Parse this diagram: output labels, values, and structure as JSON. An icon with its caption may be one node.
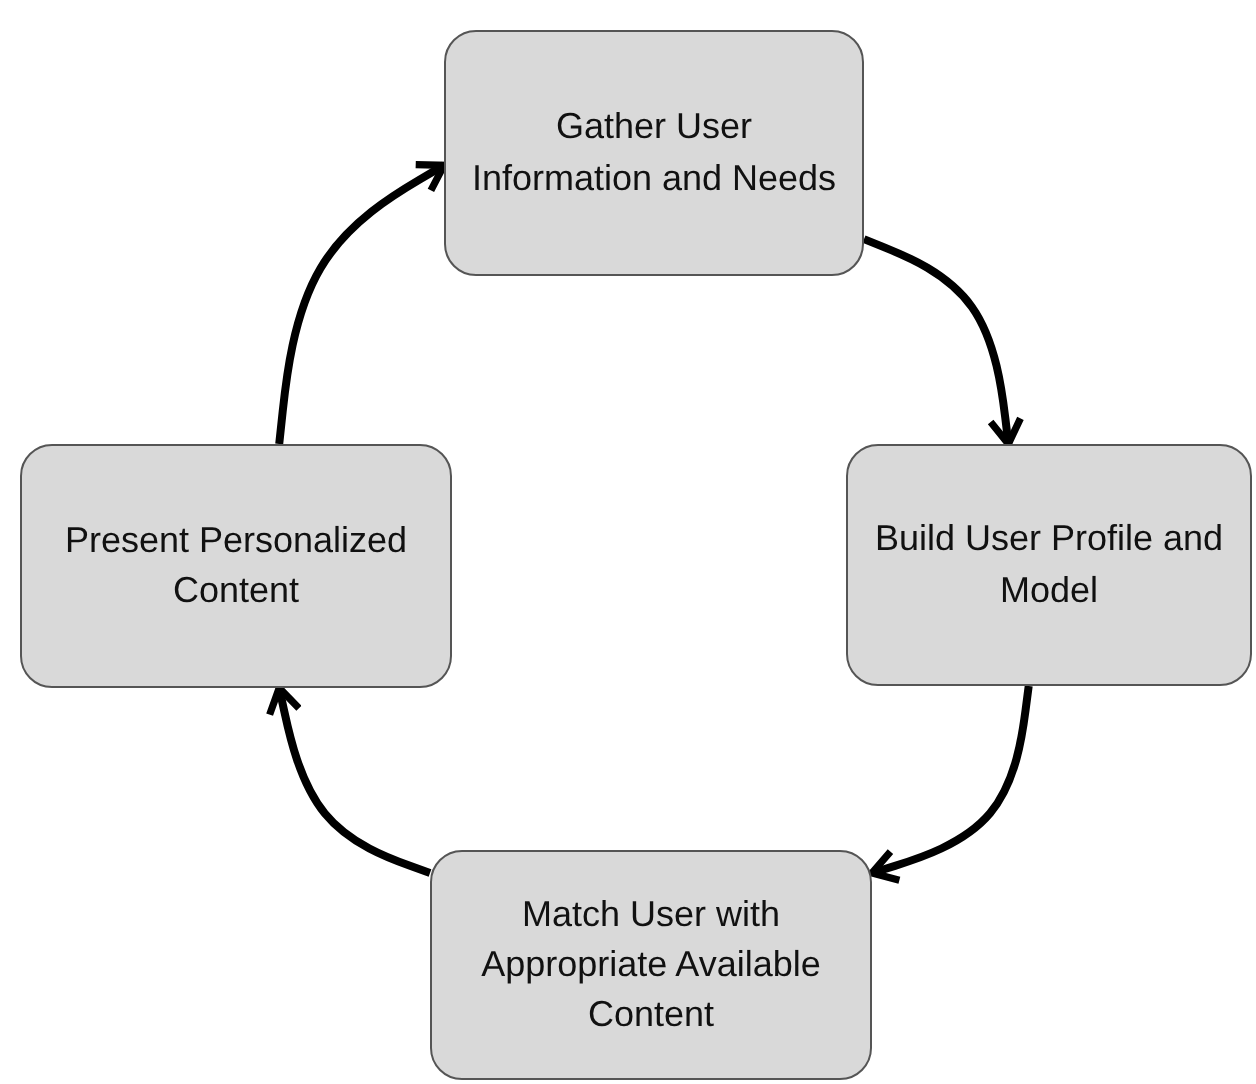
{
  "diagram": {
    "nodes": [
      {
        "text": [
          "Gather User Information and Needs"
        ]
      },
      {
        "text": [
          "Build User Profile and Model"
        ]
      },
      {
        "text": [
          "Match User with Appropriate Available Content"
        ]
      },
      {
        "text": [
          "Present Personalized Content"
        ]
      }
    ],
    "edges": [
      {
        "from": 0,
        "to": 1,
        "arrow": "to"
      },
      {
        "from": 1,
        "to": 2,
        "arrow": "to"
      },
      {
        "from": 2,
        "to": 3,
        "arrow": "to"
      },
      {
        "from": 3,
        "to": 0,
        "arrow": "to"
      }
    ]
  }
}
